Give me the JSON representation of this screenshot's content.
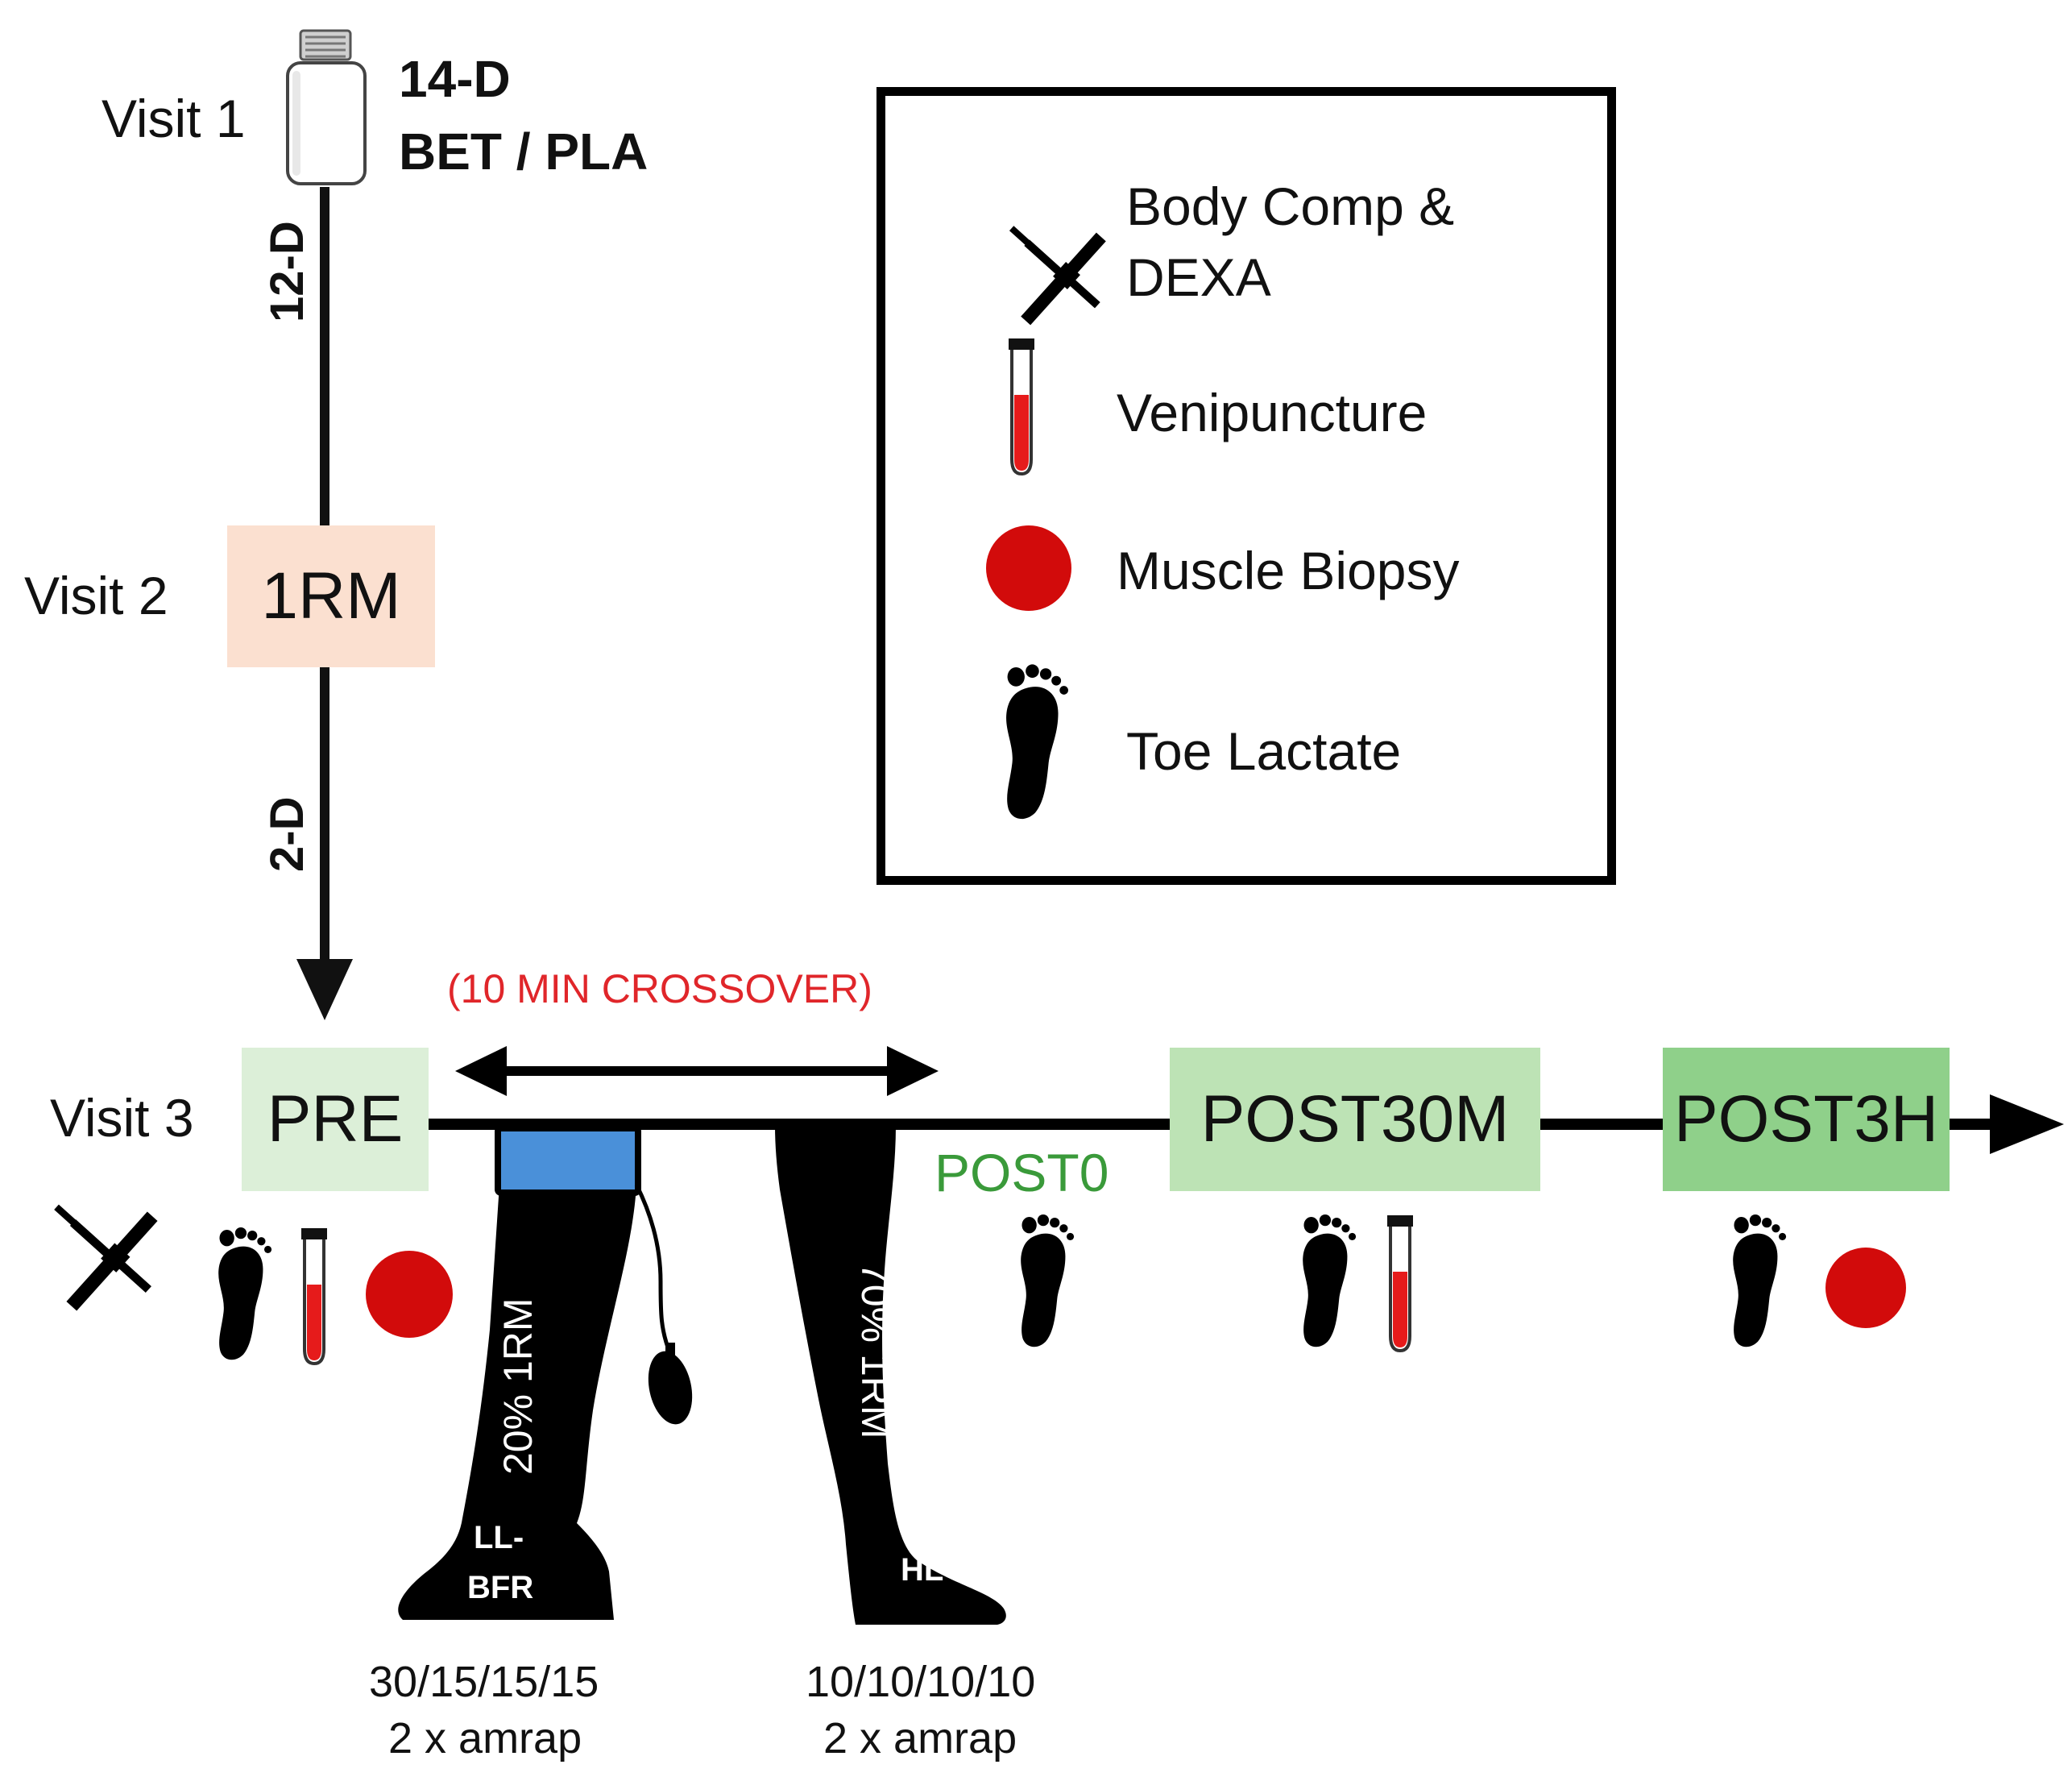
{
  "visits": {
    "visit1": "Visit 1",
    "visit2": "Visit 2",
    "visit3": "Visit 3"
  },
  "supplement": {
    "duration": "14-D",
    "groups": "BET / PLA"
  },
  "intervals": {
    "first": "12-D",
    "second": "2-D"
  },
  "boxes": {
    "one_rm": "1RM",
    "pre": "PRE",
    "post30m": "POST30M",
    "post3h": "POST3H",
    "post0": "POST0"
  },
  "crossover": "(10 MIN CROSSOVER)",
  "legs": {
    "left_intensity": "20% 1RM",
    "left_label_line1": "LL-",
    "left_label_line2": "BFR",
    "right_intensity": "70% 1RM",
    "right_label": "HL",
    "left_reps": "30/15/15/15",
    "left_sets": "2 x amrap",
    "right_reps": "10/10/10/10",
    "right_sets": "2 x amrap"
  },
  "legend": {
    "body_comp_line1": "Body Comp &",
    "body_comp_line2": "DEXA",
    "venipuncture": "Venipuncture",
    "muscle_biopsy": "Muscle Biopsy",
    "toe_lactate": "Toe Lactate"
  },
  "colors": {
    "one_rm_box": "#fbe0d0",
    "pre_box": "#dcefd8",
    "post30m_box": "#bde3b5",
    "post3h_box": "#8fd08a",
    "post0_text": "#3a9a3a",
    "crossover_text": "#e0262a",
    "biopsy_red": "#d20b0b",
    "blood_red": "#e61b1b",
    "cuff_blue": "#4a90d9"
  },
  "icons": [
    "bottle-icon",
    "caliper-icon",
    "blood-tube-icon",
    "biopsy-dot-icon",
    "foot-icon",
    "leg-icon",
    "pressure-bulb-icon"
  ]
}
